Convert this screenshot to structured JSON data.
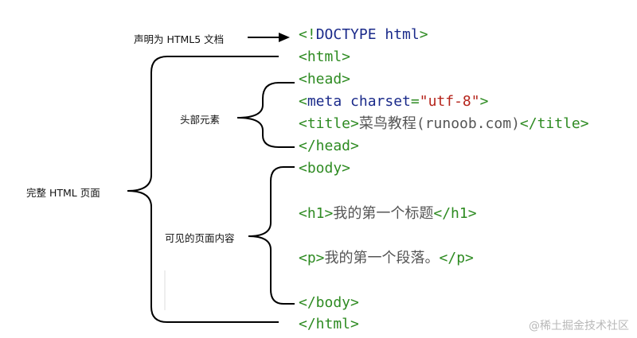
{
  "labels": {
    "doctype": "声明为 HTML5 文档",
    "head": "头部元素",
    "page": "完整 HTML 页面",
    "body": "可见的页面内容"
  },
  "code": {
    "l1_open": "<!",
    "l1_kw": "DOCTYPE html",
    "l1_close": ">",
    "l2": "<html>",
    "l3": "<head>",
    "l4_tag_open": "<",
    "l4_kw": "meta charset",
    "l4_eq": "=",
    "l4_str": "\"utf-8\"",
    "l4_close": ">",
    "l5_open": "<title>",
    "l5_text": "菜鸟教程(runoob.com)",
    "l5_close": "</title>",
    "l6": "</head>",
    "l7": "<body>",
    "l8_open": "<h1>",
    "l8_text": "我的第一个标题",
    "l8_close": "</h1>",
    "l9_open": "<p>",
    "l9_text": "我的第一个段落。",
    "l9_close": "</p>",
    "l10": "</body>",
    "l11": "</html>"
  },
  "watermark": "@稀土掘金技术社区"
}
